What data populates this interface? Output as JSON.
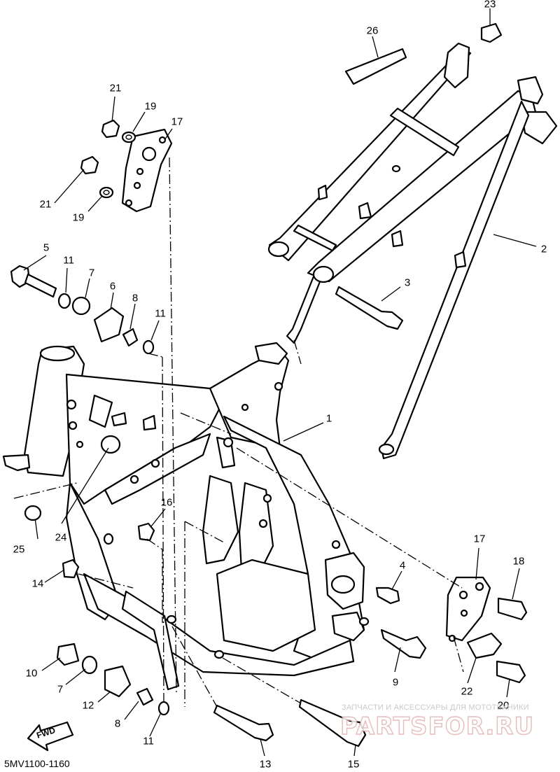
{
  "diagram": {
    "code": "5MV1100-1160",
    "fwd_label": "FWD",
    "watermark_top": "ЗАПЧАСТИ И АКСЕССУАРЫ ДЛЯ МОТОТЕХНИКИ",
    "watermark_brand": "PARTSFOR.RU",
    "callouts": [
      {
        "id": "c23",
        "text": "23"
      },
      {
        "id": "c26",
        "text": "26"
      },
      {
        "id": "c21a",
        "text": "21"
      },
      {
        "id": "c19a",
        "text": "19"
      },
      {
        "id": "c17a",
        "text": "17"
      },
      {
        "id": "c21b",
        "text": "21"
      },
      {
        "id": "c19b",
        "text": "19"
      },
      {
        "id": "c2",
        "text": "2"
      },
      {
        "id": "c5",
        "text": "5"
      },
      {
        "id": "c11a",
        "text": "11"
      },
      {
        "id": "c7a",
        "text": "7"
      },
      {
        "id": "c6",
        "text": "6"
      },
      {
        "id": "c8a",
        "text": "8"
      },
      {
        "id": "c11b",
        "text": "11"
      },
      {
        "id": "c3",
        "text": "3"
      },
      {
        "id": "c1",
        "text": "1"
      },
      {
        "id": "c16",
        "text": "16"
      },
      {
        "id": "c24",
        "text": "24"
      },
      {
        "id": "c25",
        "text": "25"
      },
      {
        "id": "c17b",
        "text": "17"
      },
      {
        "id": "c18",
        "text": "18"
      },
      {
        "id": "c4",
        "text": "4"
      },
      {
        "id": "c14",
        "text": "14"
      },
      {
        "id": "c9",
        "text": "9"
      },
      {
        "id": "c10",
        "text": "10"
      },
      {
        "id": "c7b",
        "text": "7"
      },
      {
        "id": "c12",
        "text": "12"
      },
      {
        "id": "c8b",
        "text": "8"
      },
      {
        "id": "c11c",
        "text": "11"
      },
      {
        "id": "c13",
        "text": "13"
      },
      {
        "id": "c15",
        "text": "15"
      },
      {
        "id": "c22",
        "text": "22"
      },
      {
        "id": "c20",
        "text": "20"
      }
    ]
  }
}
